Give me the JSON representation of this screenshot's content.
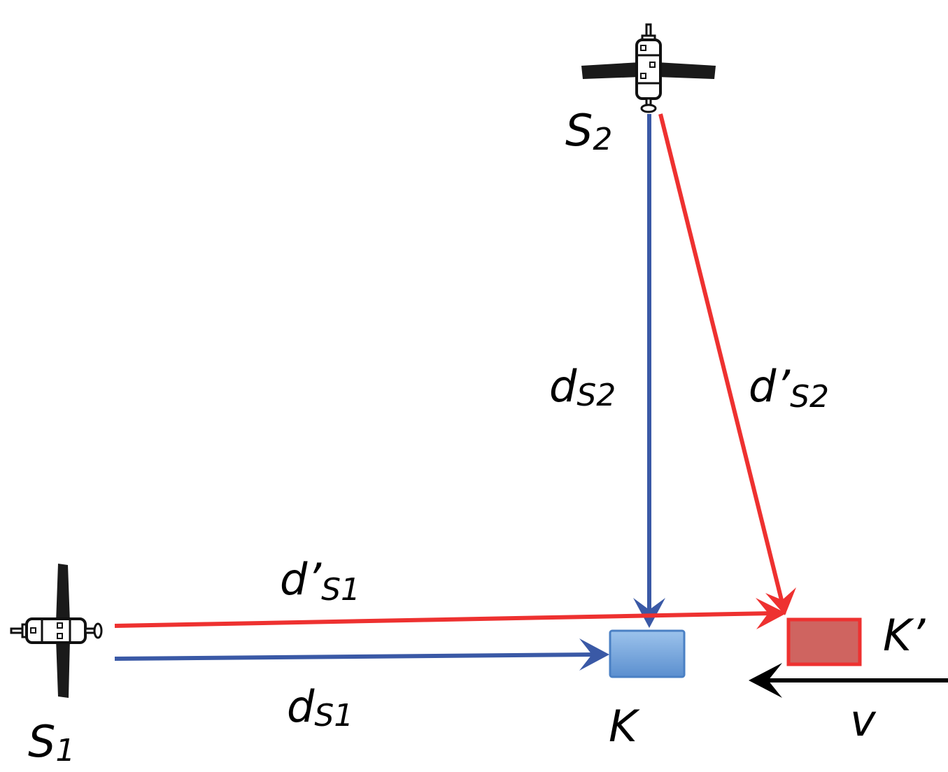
{
  "colors": {
    "blue_path": "#3a59a6",
    "red_path": "#ee3130",
    "station_k_fill": "#6f9fd6",
    "station_k_stroke": "#4a80c4",
    "station_k2_fill": "#cf6460",
    "station_k2_stroke": "#ee3130",
    "velocity_arrow": "#000000",
    "satellite": "#1a1a1a"
  },
  "satellites": [
    {
      "id": "s1",
      "letter": "S",
      "subscript": "1",
      "icon": "satellite-icon"
    },
    {
      "id": "s2",
      "letter": "S",
      "subscript": "2",
      "icon": "satellite-icon"
    }
  ],
  "stations": [
    {
      "id": "k",
      "label": "K"
    },
    {
      "id": "k-prime",
      "label": "K’"
    }
  ],
  "paths": [
    {
      "id": "d-s1",
      "letter": "d",
      "subscript": "S1",
      "color": "blue"
    },
    {
      "id": "d-s2",
      "letter": "d",
      "subscript": "S2",
      "color": "blue"
    },
    {
      "id": "d-prime-s1",
      "letter": "d’",
      "subscript": "S1",
      "color": "red"
    },
    {
      "id": "d-prime-s2",
      "letter": "d’",
      "subscript": "S2",
      "color": "red"
    }
  ],
  "velocity": {
    "label": "v",
    "icon": "arrow-left-icon"
  }
}
